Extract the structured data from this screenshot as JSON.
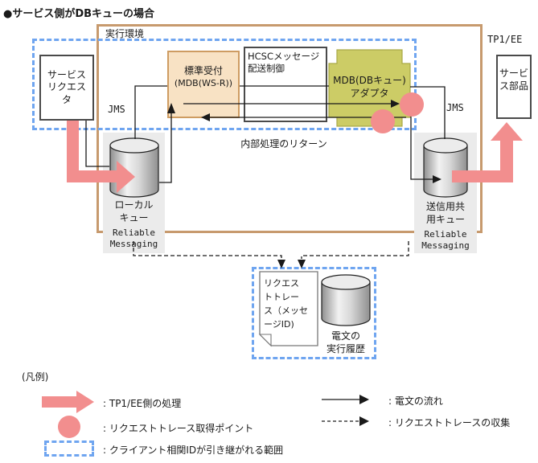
{
  "title": "●サービス側がDBキューの場合",
  "env": {
    "label": "実行環境"
  },
  "nodes": {
    "service_requester": {
      "lines": [
        "サービス",
        "リクエス",
        "タ"
      ]
    },
    "standard_reception": {
      "lines": [
        "標準受付",
        "(MDB(WS-R))"
      ]
    },
    "hcsc": {
      "lines": [
        "HCSCメッセージ",
        "配送制御"
      ]
    },
    "mdb_adapter": {
      "lines": [
        "MDB(DBキュー)",
        "アダプタ"
      ]
    },
    "tp1ee_label": "TP1/EE",
    "service_part": {
      "lines": [
        "サービ",
        "ス部品"
      ]
    },
    "local_queue": {
      "lines": [
        "ローカル",
        "キュー"
      ],
      "product": [
        "Reliable",
        "Messaging"
      ]
    },
    "shared_send_queue": {
      "lines": [
        "送信用共",
        "用キュー"
      ],
      "product": [
        "Reliable",
        "Messaging"
      ]
    },
    "request_trace_doc": {
      "lines": [
        "リクエス",
        "トトレー",
        "ス（メッセ",
        "ージID)"
      ]
    },
    "telegram_history": {
      "lines": [
        "電文の",
        "実行履歴"
      ]
    }
  },
  "labels": {
    "jms_left": "JMS",
    "jms_right": "JMS",
    "internal_return": "内部処理のリターン"
  },
  "legend": {
    "title": "(凡例)",
    "left_items": [
      {
        "symbol": "pink-arrow",
        "label": ": TP1/EE側の処理"
      },
      {
        "symbol": "pink-circle",
        "label": ": リクエストトレース取得ポイント"
      },
      {
        "symbol": "blue-dashed-box",
        "label": ": クライアント相関IDが引き継がれる範囲"
      }
    ],
    "right_items": [
      {
        "symbol": "solid-arrow",
        "label": ": 電文の流れ"
      },
      {
        "symbol": "dashed-arrow",
        "label": ": リクエストトレースの収集"
      }
    ]
  },
  "colors": {
    "pink": "#F28E8E",
    "corr_blue": "#6FA5F0",
    "env_tan": "#C79A6E",
    "adapter_olive": "#CCCC66",
    "reception_beige": "#F8E2C4",
    "rm_gray": "#EBEBEB"
  }
}
